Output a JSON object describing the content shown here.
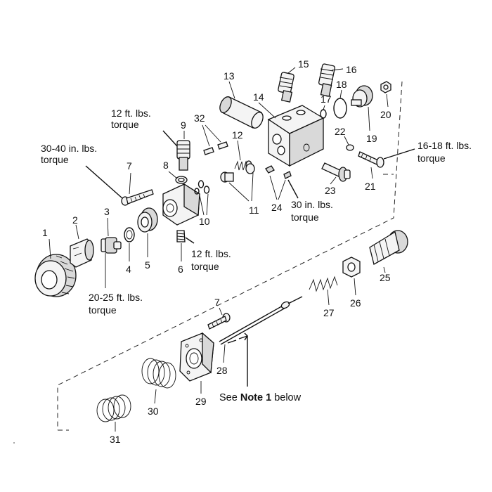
{
  "callouts": {
    "n1": "1",
    "n2": "2",
    "n3": "3",
    "n4": "4",
    "n5": "5",
    "n6": "6",
    "n7a": "7",
    "n7b": "7",
    "n8": "8",
    "n9": "9",
    "n10": "10",
    "n11": "11",
    "n12": "12",
    "n13": "13",
    "n14": "14",
    "n15": "15",
    "n16": "16",
    "n17": "17",
    "n18": "18",
    "n19": "19",
    "n20": "20",
    "n21": "21",
    "n22": "22",
    "n23": "23",
    "n24": "24",
    "n25": "25",
    "n26": "26",
    "n27": "27",
    "n28": "28",
    "n29": "29",
    "n30": "30",
    "n31": "31",
    "n32": "32"
  },
  "torque_notes": {
    "t12_top_line1": "12 ft. lbs.",
    "t12_top_line2": "torque",
    "t3040_line1": "30-40 in. lbs.",
    "t3040_line2": "torque",
    "t1618_line1": "16-18 ft. lbs.",
    "t1618_line2": "torque",
    "t30_line1": "30 in. lbs.",
    "t30_line2": "torque",
    "t12_bottom_line1": "12 ft. lbs.",
    "t12_bottom_line2": "torque",
    "t2025_line1": "20-25 ft. lbs.",
    "t2025_line2": "torque"
  },
  "note_ref": {
    "prefix": "See ",
    "bold": "Note 1",
    "suffix": " below"
  }
}
